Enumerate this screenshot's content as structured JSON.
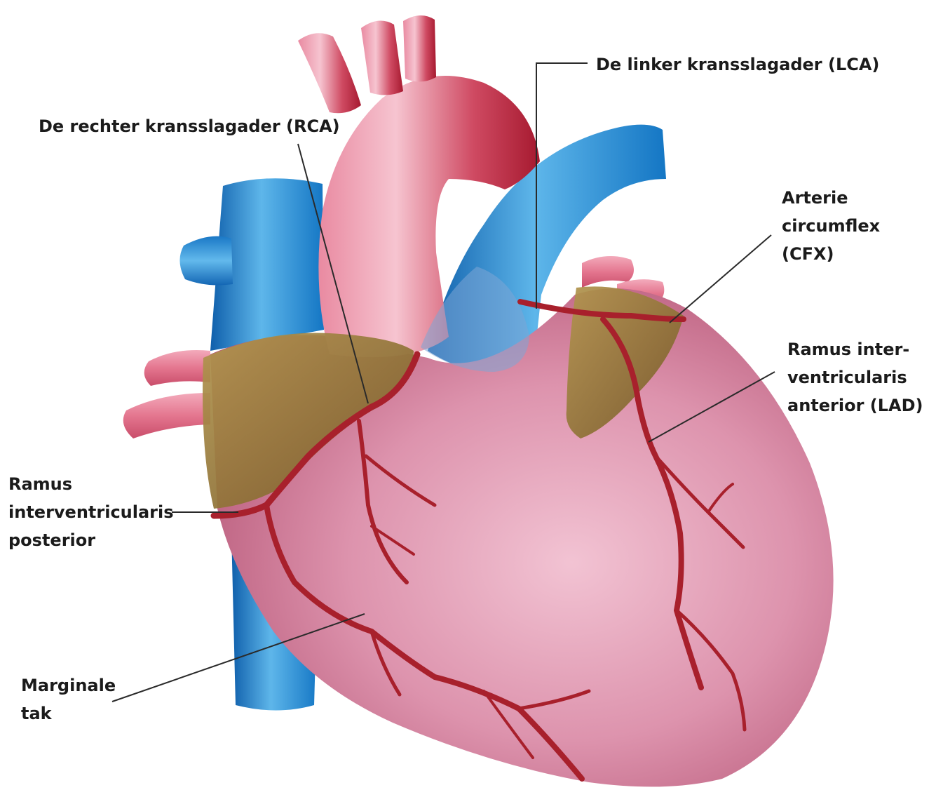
{
  "labels": {
    "lca": "De linker kransslagader (LCA)",
    "rca": "De rechter kransslagader (RCA)",
    "cfx": [
      "Arterie",
      "circumflex",
      "(CFX)"
    ],
    "lad": [
      "Ramus inter-",
      "ventricularis",
      "anterior (LAD)"
    ],
    "pda": [
      "Ramus",
      "interventricularis",
      "posterior"
    ],
    "marginal": [
      "Marginale",
      "tak"
    ]
  },
  "colors": {
    "vein_blue": "#1f86d4",
    "aorta_red": "#c8384f",
    "heart_pink": "#e4a0b6",
    "atrium_olive": "#9a7c3a",
    "artery_red": "#a8202c",
    "leader_line": "#2a2a2a"
  }
}
